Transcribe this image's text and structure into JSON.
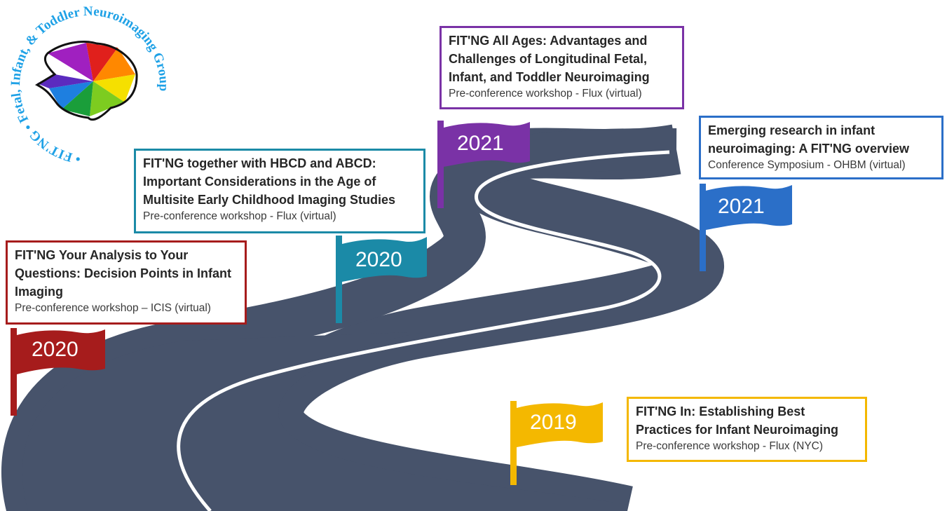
{
  "logo": {
    "ring_text": "• FIT'NG • Fetal, Infant, & Toddler Neuroimaging Group",
    "ring_color": "#1ea1e6"
  },
  "colors": {
    "road": "#47536b",
    "road_line": "#ffffff",
    "red": "#a61c1c",
    "teal": "#1b8aa7",
    "purple": "#7a32a6",
    "blue": "#2b6fc8",
    "gold": "#f4b800"
  },
  "milestones": [
    {
      "year": "2020",
      "color": "#a61c1c",
      "title": "FIT'NG Your Analysis to Your Questions:  Decision Points in Infant Imaging",
      "subtitle": "Pre-conference workshop – ICIS (virtual)"
    },
    {
      "year": "2020",
      "color": "#1b8aa7",
      "title": "FIT'NG together with HBCD and ABCD: Important Considerations in the Age of Multisite Early Childhood Imaging Studies",
      "subtitle": "Pre-conference workshop - Flux (virtual)"
    },
    {
      "year": "2021",
      "color": "#7a32a6",
      "title": "FIT'NG All Ages: Advantages and Challenges of Longitudinal Fetal, Infant, and Toddler Neuroimaging",
      "subtitle": "Pre-conference workshop - Flux (virtual)"
    },
    {
      "year": "2021",
      "color": "#2b6fc8",
      "title": "Emerging research in infant neuroimaging:  A FIT'NG overview",
      "subtitle": "Conference Symposium - OHBM (virtual)"
    },
    {
      "year": "2019",
      "color": "#f4b800",
      "title": "FIT'NG In: Establishing  Best Practices for Infant Neuroimaging",
      "subtitle": "Pre-conference workshop - Flux (NYC)"
    }
  ]
}
